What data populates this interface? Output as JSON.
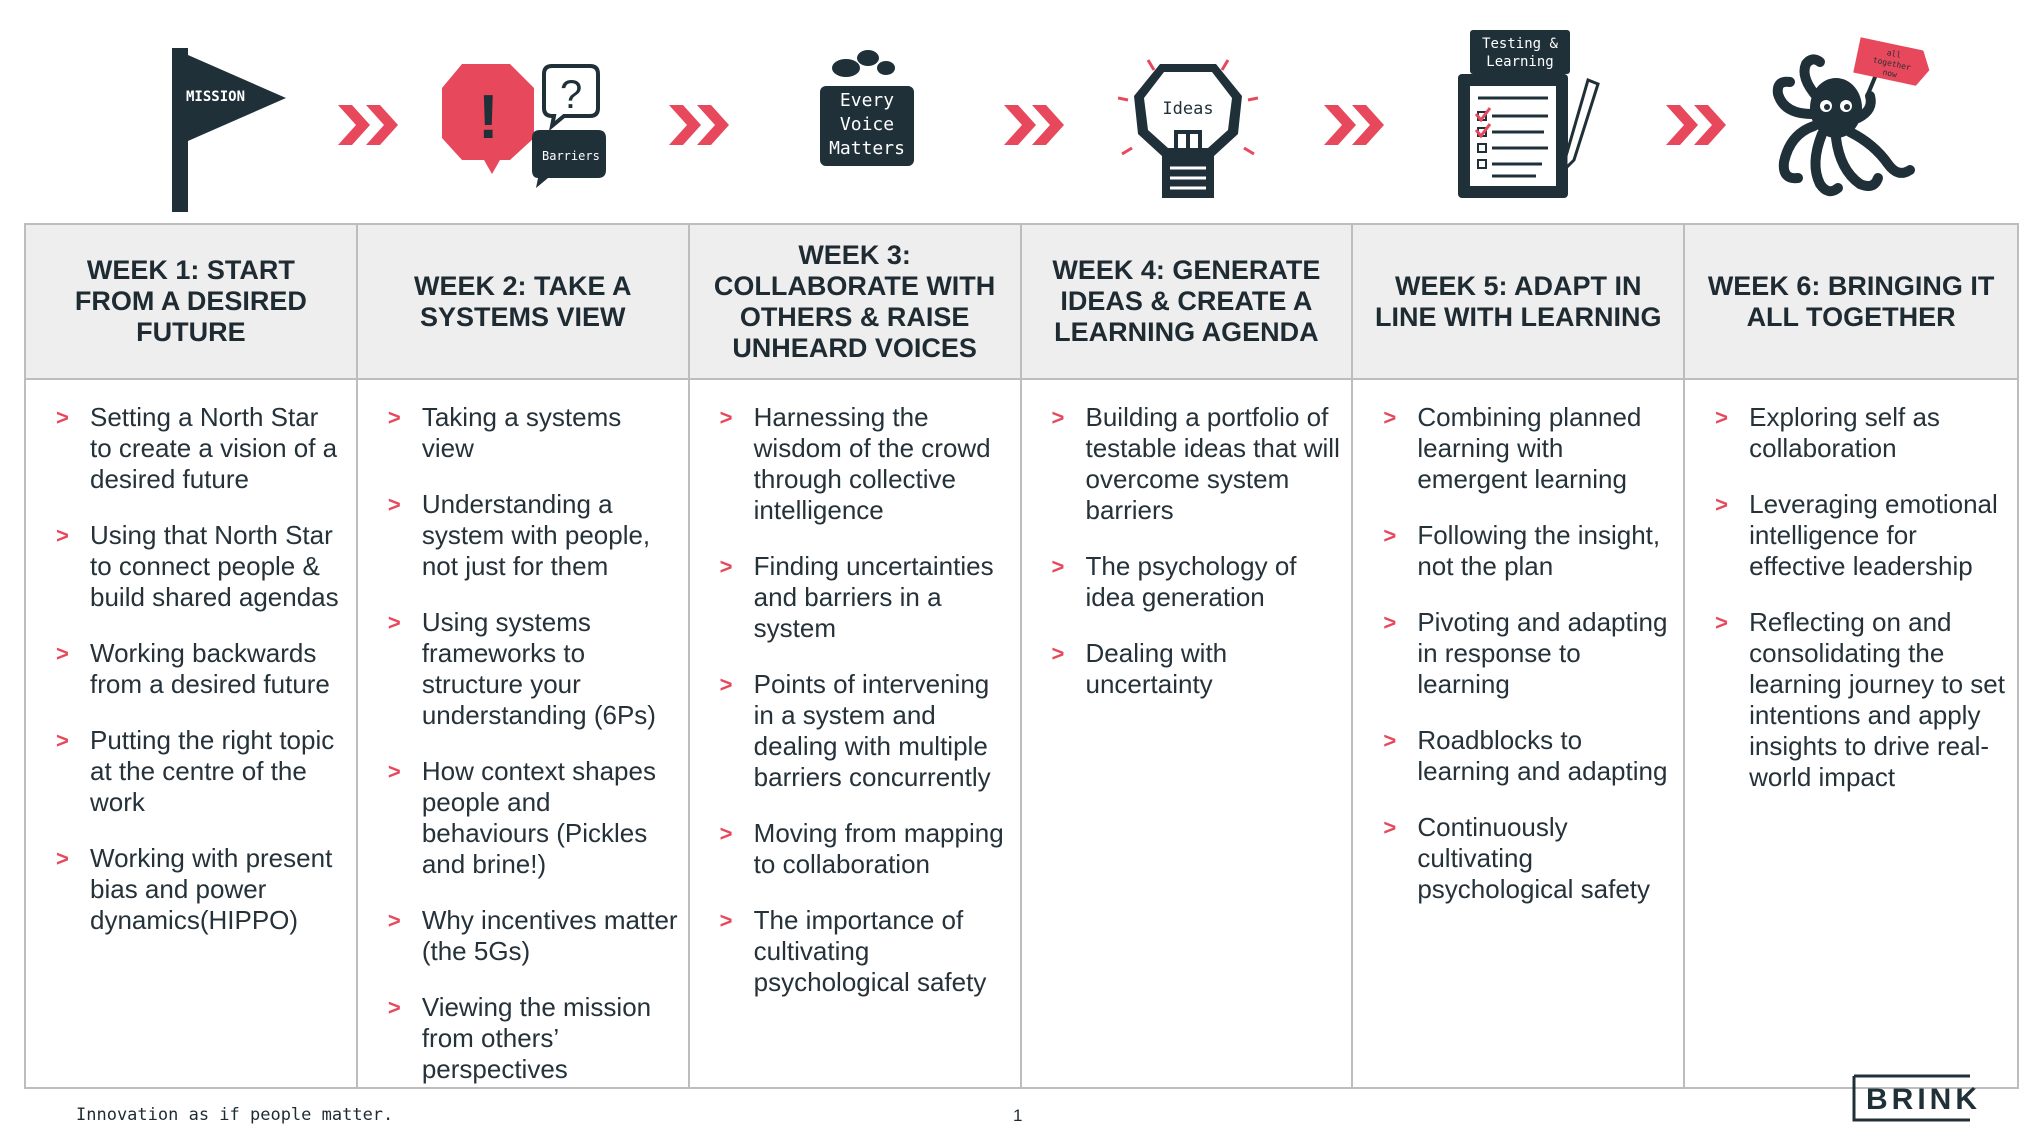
{
  "icons": {
    "mission_flag": {
      "name": "mission-flag-icon",
      "label": "MISSION"
    },
    "barriers": {
      "name": "barriers-speech-icon",
      "label": "Barriers",
      "exclaim": "!",
      "question": "?"
    },
    "every_voice": {
      "name": "every-voice-matters-icon",
      "lines": [
        "Every",
        "Voice",
        "Matters"
      ]
    },
    "ideas": {
      "name": "ideas-lightbulb-icon",
      "label": "Ideas"
    },
    "testing": {
      "name": "testing-learning-clipboard-icon",
      "lines": [
        "Testing &",
        "Learning"
      ]
    },
    "octopus": {
      "name": "octopus-all-together-icon",
      "sign_lines": [
        "all",
        "together",
        "now"
      ]
    }
  },
  "colors": {
    "accent": "#e8485b",
    "dark": "#1f3038",
    "header_bg": "#eeeeee",
    "border": "#bdbdbd"
  },
  "weeks": [
    {
      "title": "WEEK 1: START FROM A DESIRED FUTURE",
      "items": [
        "Setting a North Star to create a vision of a desired future",
        "Using that North Star to connect people & build shared agendas",
        "Working backwards from a desired future",
        "Putting the right topic at the centre of the work",
        "Working with present bias  and power dynamics(HIPPO)"
      ]
    },
    {
      "title": "WEEK 2: TAKE A SYSTEMS VIEW",
      "items": [
        "Taking a systems view",
        "Understanding a system with people, not just for them",
        "Using systems frameworks to structure your understanding (6Ps)",
        "How context shapes people and behaviours (Pickles and brine!)",
        "Why incentives matter (the 5Gs)",
        "Viewing the mission from others’ perspectives"
      ]
    },
    {
      "title": "WEEK 3: COLLABORATE WITH OTHERS & RAISE UNHEARD VOICES",
      "items": [
        "Harnessing the wisdom of the crowd through collective intelligence",
        "Finding uncertainties and barriers in a system",
        "Points of intervening in a system and dealing with multiple barriers concurrently",
        "Moving from mapping to collaboration",
        "The importance of cultivating psychological safety"
      ]
    },
    {
      "title": "WEEK 4: GENERATE IDEAS & CREATE A LEARNING AGENDA",
      "items": [
        "Building a portfolio of testable ideas that will overcome system barriers",
        "The psychology of idea generation",
        "Dealing with uncertainty"
      ]
    },
    {
      "title": "WEEK 5: ADAPT IN LINE WITH LEARNING",
      "items": [
        "Combining planned learning with emergent learning",
        "Following the insight, not the plan",
        "Pivoting and adapting in response to learning",
        "Roadblocks to learning and adapting",
        "Continuously cultivating psychological safety"
      ]
    },
    {
      "title": "WEEK 6: BRINGING IT ALL TOGETHER",
      "items": [
        "Exploring self as collaboration",
        "Leveraging emotional intelligence for effective leadership",
        "Reflecting on and consolidating the learning journey to set intentions and apply insights to drive real-world impact"
      ]
    }
  ],
  "footer": {
    "tagline": "Innovation as if people matter.",
    "page": "1",
    "logo": "BRINK"
  }
}
